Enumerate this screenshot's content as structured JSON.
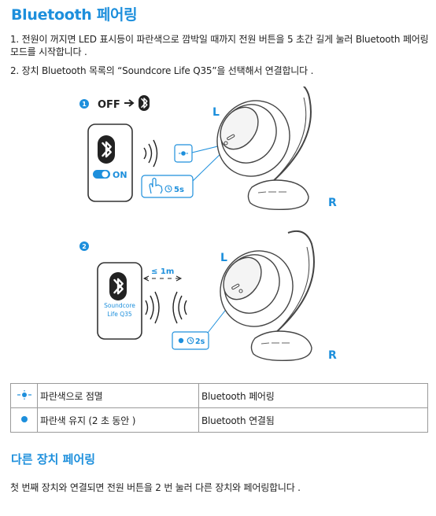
{
  "title": "Bluetooth 페어링",
  "instructions": [
    "1. 전원이 꺼지면 LED 표시등이 파란색으로 깜박일 때까지 전원 버튼을 5 초간 길게 눌러 Bluetooth 페어링 모드를 시작합니다 .",
    "2. 장치 Bluetooth 목록의 “Soundcore Life Q35”을 선택해서 연결합니다 ."
  ],
  "figure": {
    "step1": {
      "number": "1",
      "off_label": "OFF",
      "toggle_label": "ON",
      "press_duration": "5s",
      "left_label": "L",
      "right_label": "R"
    },
    "step2": {
      "number": "2",
      "distance": "≤ 1m",
      "device_name_line1": "Soundcore",
      "device_name_line2": "Life Q35",
      "hold_duration": "2s",
      "left_label": "L",
      "right_label": "R"
    }
  },
  "legend": [
    {
      "icon": "blinking-light-icon",
      "description": "파란색으로 점멸",
      "status": "Bluetooth 페어링"
    },
    {
      "icon": "solid-light-icon",
      "description": "파란색 유지 (2 초 동안 )",
      "status": "Bluetooth 연결됨"
    }
  ],
  "section2": {
    "title": "다른 장치 페어링",
    "text": "첫 번째 장치와 연결되면 전원 버튼을 2 번 눌러 다른 장치와 페어링합니다 ."
  },
  "colors": {
    "accent": "#1d8fdc",
    "text": "#222222",
    "line": "#9a9a9a"
  }
}
